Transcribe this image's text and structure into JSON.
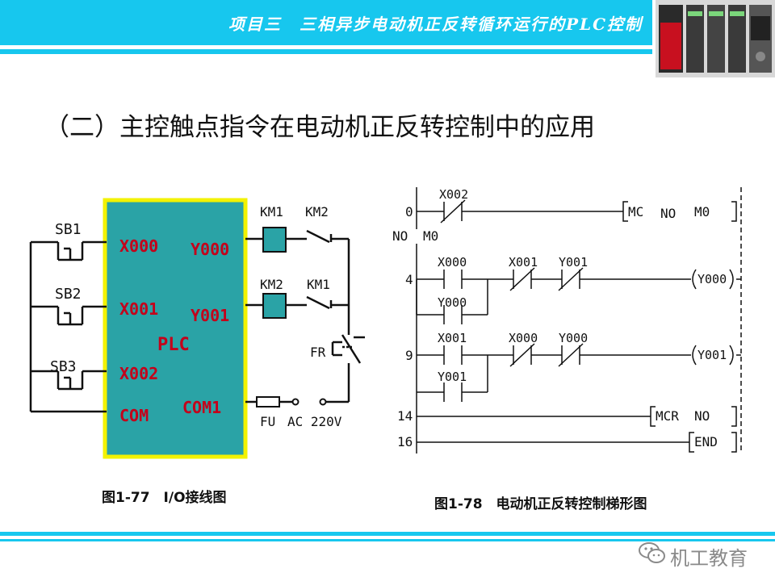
{
  "header": {
    "title": "项目三　三相异步电动机正反转循环运行的PLC控制"
  },
  "slide": {
    "title": "（二）主控触点指令在电动机正反转控制中的应用"
  },
  "io_diagram": {
    "caption": "图1-77　I/O接线图",
    "plc_label": "PLC",
    "buttons": [
      "SB1",
      "SB2",
      "SB3"
    ],
    "inputs": [
      "X000",
      "X001",
      "X002",
      "COM"
    ],
    "outputs": [
      "Y000",
      "Y001",
      "COM1"
    ],
    "coils": [
      "KM1",
      "KM2"
    ],
    "contacts": [
      "KM2",
      "KM1"
    ],
    "fr_label": "FR",
    "fu_label": "FU",
    "supply_label": "AC 220V"
  },
  "ladder": {
    "caption": "图1-78　电动机正反转控制梯形图",
    "step_numbers": [
      "0",
      "4",
      "9",
      "14",
      "16"
    ],
    "rung0": {
      "contact": "X002",
      "instr": "MC",
      "arg1": "NO",
      "arg2": "M0"
    },
    "nest_label": {
      "n": "NO",
      "m": "M0"
    },
    "rung4": {
      "contact": "X000",
      "hold": "Y000",
      "nc1": "X001",
      "nc2": "Y001",
      "coil": "Y000"
    },
    "rung9": {
      "contact": "X001",
      "hold": "Y001",
      "nc1": "X000",
      "nc2": "Y000",
      "coil": "Y001"
    },
    "rung14": {
      "instr": "MCR",
      "arg": "NO"
    },
    "rung16": {
      "instr": "END"
    }
  },
  "watermark": {
    "text": "机工教育",
    "icon": "wechat-icon"
  },
  "colors": {
    "accent": "#17c7ee",
    "plc_box": "#2aa3a6",
    "plc_border": "#f2f200",
    "label_red": "#c4001a"
  }
}
